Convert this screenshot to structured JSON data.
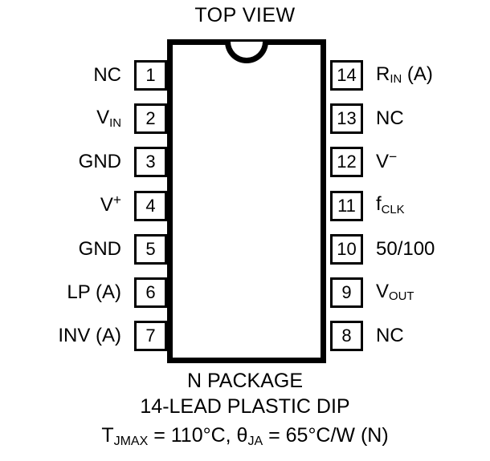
{
  "diagram": {
    "title": "TOP VIEW",
    "package_outline": {
      "notch": "semicircle-notch",
      "shape": "dip-body-rectangle"
    },
    "pins_left": [
      {
        "number": "1",
        "label_html": "NC",
        "label_text": "NC"
      },
      {
        "number": "2",
        "label_html": "V<sub>IN</sub>",
        "label_text": "VIN"
      },
      {
        "number": "3",
        "label_html": "GND",
        "label_text": "GND"
      },
      {
        "number": "4",
        "label_html": "V<sup>+</sup>",
        "label_text": "V+"
      },
      {
        "number": "5",
        "label_html": "GND",
        "label_text": "GND"
      },
      {
        "number": "6",
        "label_html": "LP (A)",
        "label_text": "LP (A)"
      },
      {
        "number": "7",
        "label_html": "INV (A)",
        "label_text": "INV (A)"
      }
    ],
    "pins_right": [
      {
        "number": "14",
        "label_html": "R<sub>IN</sub> (A)",
        "label_text": "RIN (A)"
      },
      {
        "number": "13",
        "label_html": "NC",
        "label_text": "NC"
      },
      {
        "number": "12",
        "label_html": "V<sup>&#8722;</sup>",
        "label_text": "V-"
      },
      {
        "number": "11",
        "label_html": "f<sub>CLK</sub>",
        "label_text": "fCLK"
      },
      {
        "number": "10",
        "label_html": "50/100",
        "label_text": "50/100"
      },
      {
        "number": "9",
        "label_html": "V<sub>OUT</sub>",
        "label_text": "VOUT"
      },
      {
        "number": "8",
        "label_html": "NC",
        "label_text": "NC"
      }
    ],
    "caption": {
      "line1": "N PACKAGE",
      "line2": "14-LEAD PLASTIC DIP",
      "line3_html": "T<sub>JMAX</sub> = 110&#176;C, &#952;<sub>JA</sub> = 65&#176;C/W (N)",
      "line3_text": "TJMAX = 110°C, θJA = 65°C/W (N)"
    },
    "colors": {
      "ink": "#000000",
      "background": "#ffffff"
    }
  }
}
